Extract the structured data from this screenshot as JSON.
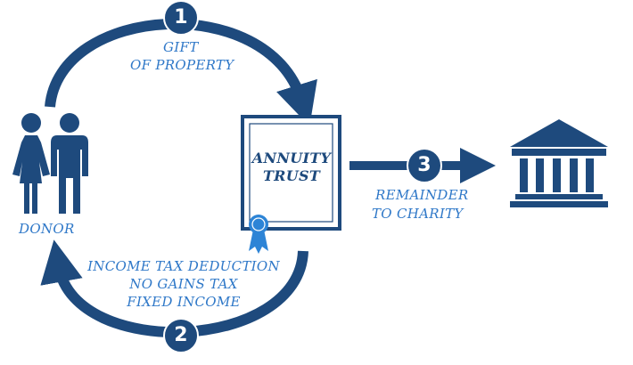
{
  "colors": {
    "dark_navy": "#1e4a7d",
    "label_blue": "#2f78c8",
    "ribbon_blue": "#2d84d6",
    "white": "#ffffff"
  },
  "steps": [
    {
      "number": "1",
      "label_lines": [
        "GIFT",
        "OF PROPERTY"
      ]
    },
    {
      "number": "2",
      "label_lines": [
        "INCOME TAX DEDUCTION",
        "NO GAINS TAX",
        "FIXED INCOME"
      ]
    },
    {
      "number": "3",
      "label_lines": [
        "REMAINDER",
        "TO CHARITY"
      ]
    }
  ],
  "donor": {
    "label": "DONOR",
    "icon": "couple-icon"
  },
  "trust": {
    "title_lines": [
      "ANNUITY",
      "TRUST"
    ],
    "icon": "certificate-icon",
    "seal_icon": "award-ribbon-icon"
  },
  "charity": {
    "icon": "institution-building-icon"
  }
}
